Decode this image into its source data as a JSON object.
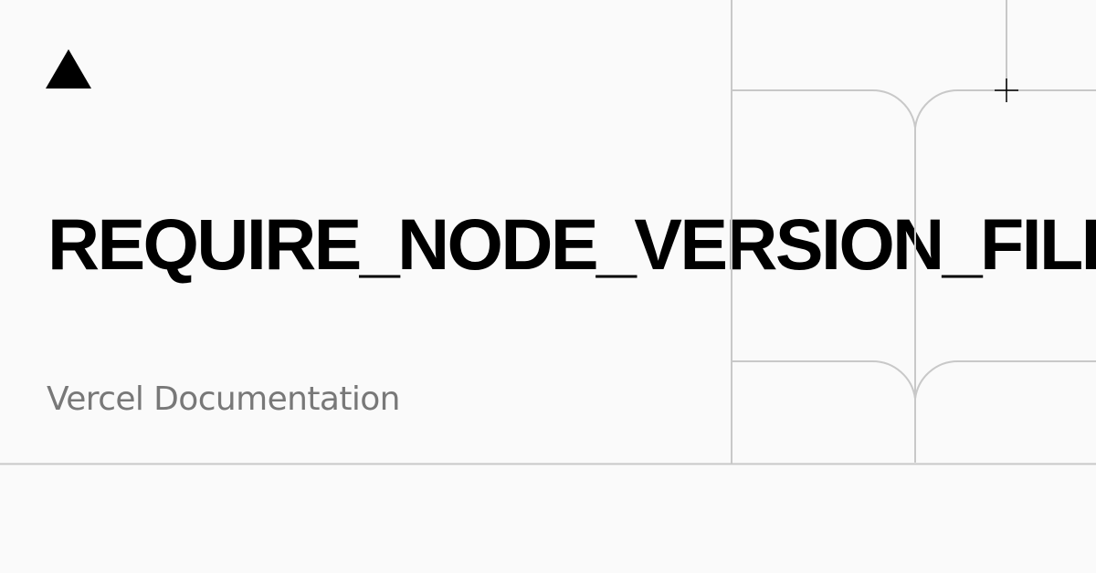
{
  "brand": {
    "logo_icon": "triangle-logo-icon",
    "logo_color": "#000000"
  },
  "title": "REQUIRE_NODE_VERSION_FILE",
  "subtitle": "Vercel Documentation",
  "colors": {
    "background": "#fafafa",
    "title": "#000000",
    "subtitle": "#787878",
    "grid_line": "#c8c8c8",
    "crosshair": "#000000"
  },
  "decor": {
    "crosshair_icon": "plus-crosshair-icon",
    "grid": "rounded-grid-lines"
  }
}
